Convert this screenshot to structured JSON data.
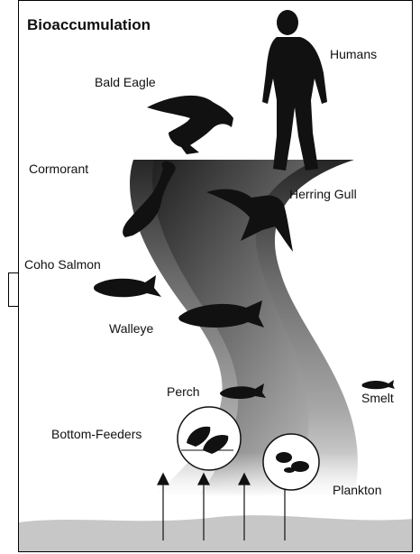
{
  "title": "Bioaccumulation",
  "labels": {
    "humans": "Humans",
    "bald_eagle": "Bald Eagle",
    "cormorant": "Cormorant",
    "herring_gull": "Herring Gull",
    "coho_salmon": "Coho Salmon",
    "walleye": "Walleye",
    "perch": "Perch",
    "smelt": "Smelt",
    "bottom_feeders": "Bottom-Feeders",
    "plankton": "Plankton"
  },
  "icons": [
    "human-silhouette-icon",
    "eagle-silhouette-icon",
    "cormorant-silhouette-icon",
    "gull-silhouette-icon",
    "salmon-silhouette-icon",
    "walleye-silhouette-icon",
    "perch-silhouette-icon",
    "smelt-silhouette-icon",
    "bottom-feeder-icon",
    "plankton-icon",
    "arrow-up-icon"
  ],
  "colors": {
    "band_dark": "#2a2a2a",
    "band_light": "#d6d6d6",
    "sediment": "#c7c7c7",
    "ink": "#111111"
  }
}
